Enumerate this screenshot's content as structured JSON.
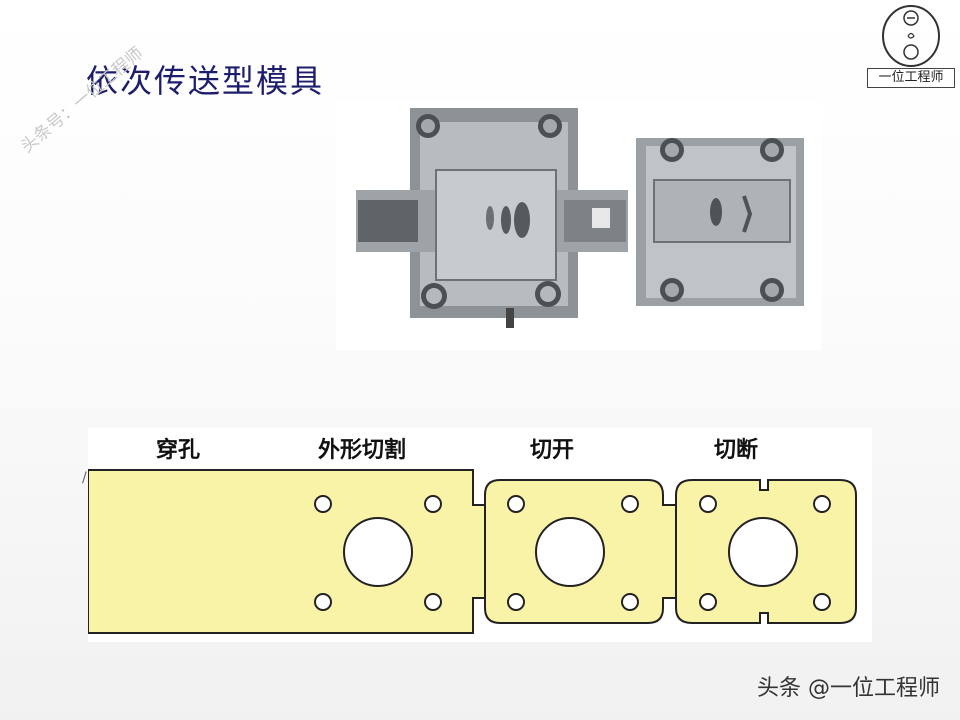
{
  "slide": {
    "title": "依次传送型模具",
    "watermark_diagonal": "头条号：一位工程师",
    "logo_caption": "一位工程师",
    "bottom_watermark": "头条 @一位工程师"
  },
  "strip": {
    "stages": [
      "穿孔",
      "外形切割",
      "切开",
      "切断"
    ],
    "colors": {
      "strip": "#f8f3a6",
      "outline": "#222222"
    }
  }
}
